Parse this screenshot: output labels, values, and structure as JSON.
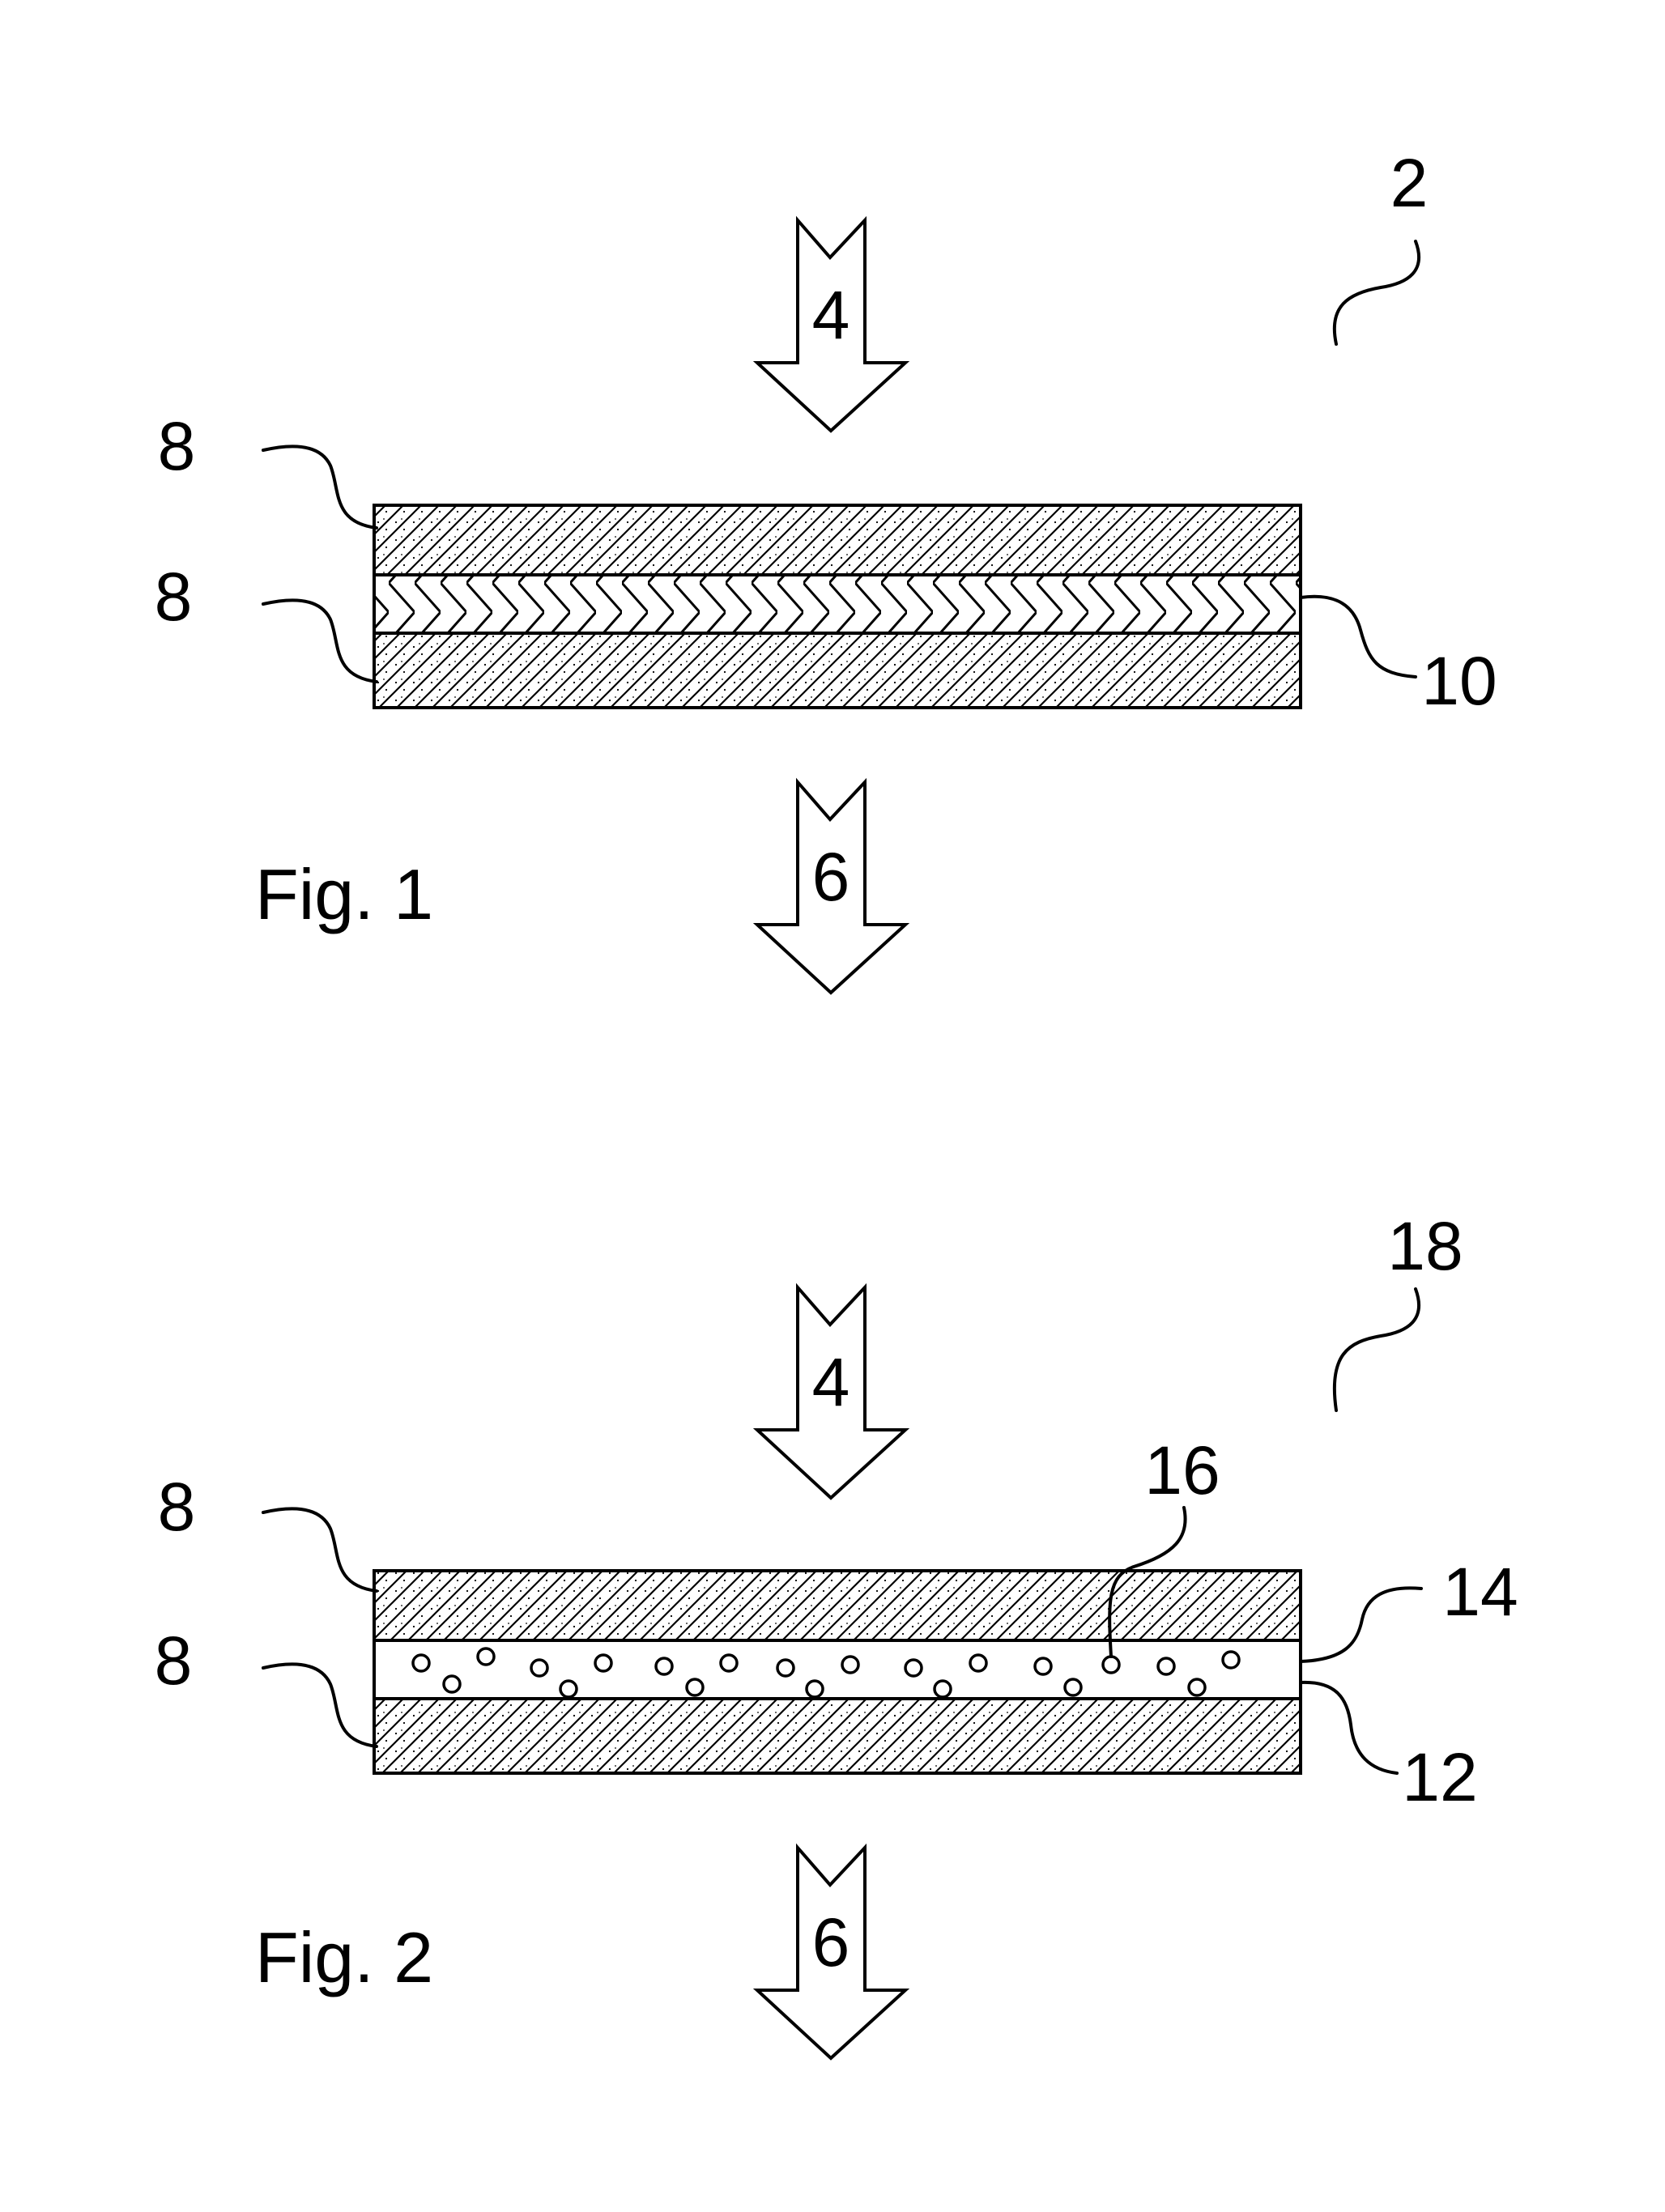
{
  "figures": [
    {
      "caption": "Fig. 1",
      "ref": "2",
      "arrow_in": "4",
      "arrow_out": "6",
      "labels": {
        "top_layer": "8",
        "bottom_layer": "8",
        "middle": "10"
      }
    },
    {
      "caption": "Fig. 2",
      "ref": "18",
      "arrow_in": "4",
      "arrow_out": "6",
      "labels": {
        "top_layer": "8",
        "bottom_layer": "8",
        "particle": "16",
        "upper_right": "14",
        "lower_right": "12"
      }
    }
  ]
}
